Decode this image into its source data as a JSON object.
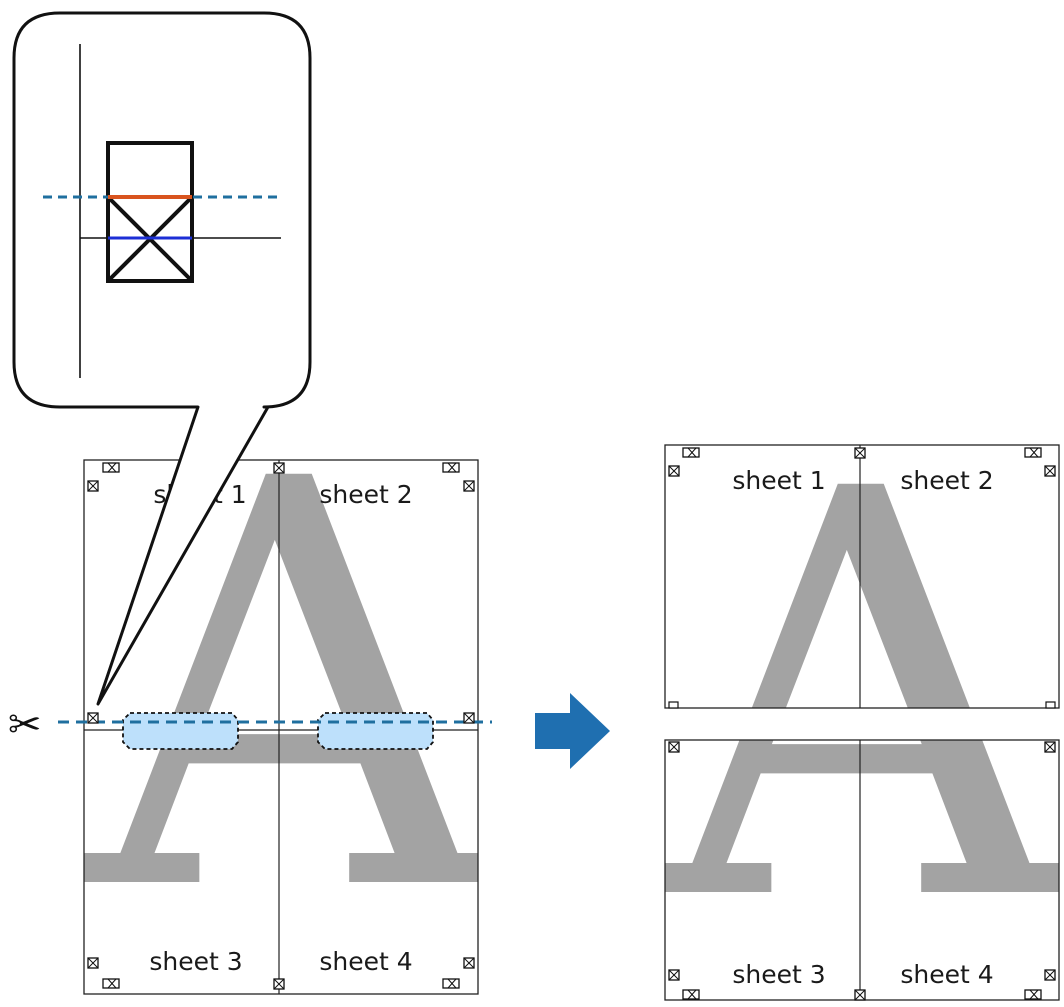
{
  "left_panel": {
    "sheets": [
      "sheet 1",
      "sheet 2",
      "sheet 3",
      "sheet 4"
    ],
    "letter": "A"
  },
  "right_panel": {
    "sheets": [
      "sheet 1",
      "sheet 2",
      "sheet 3",
      "sheet 4"
    ],
    "letter": "A"
  },
  "icons": {
    "scissors": "✂",
    "arrow": "arrow-right-icon"
  },
  "colors": {
    "cut_line": "#1f6f9f",
    "glue_area": "#bde0fb",
    "orange_line": "#d9541e",
    "blue_line": "#1c2fd6",
    "arrow": "#1f6fb0",
    "letter": "#a3a3a3"
  }
}
